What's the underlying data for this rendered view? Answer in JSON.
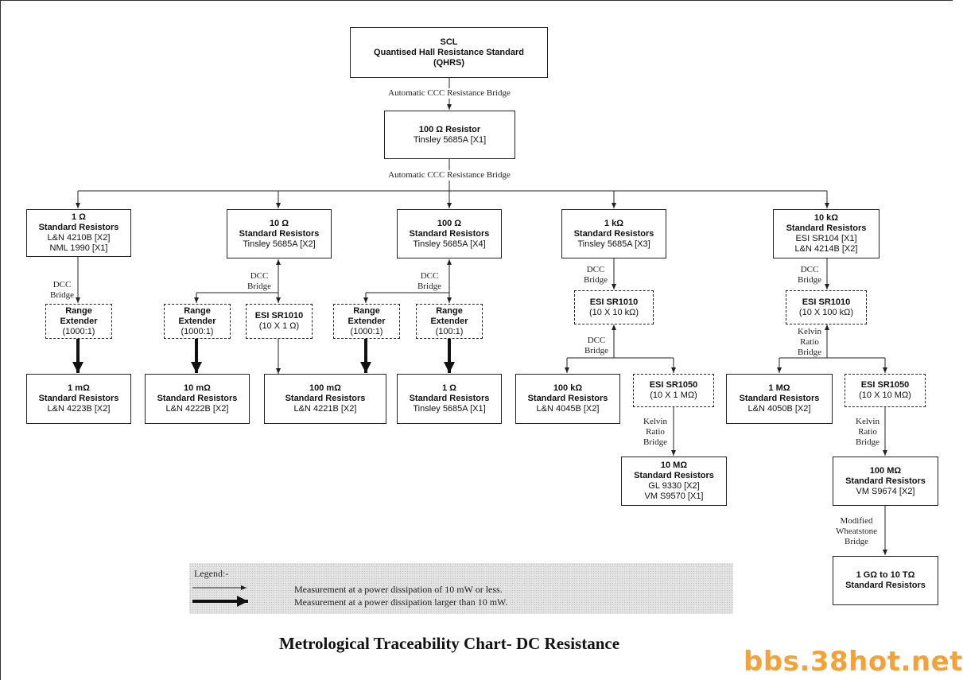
{
  "nodes": {
    "scl": {
      "title": "SCL",
      "lines": [
        "Quantised Hall Resistance Standard",
        "(QHRS)"
      ]
    },
    "r100": {
      "title": "100 Ω Resistor",
      "lines": [
        "Tinsley 5685A [X1]"
      ]
    },
    "r1ohm": {
      "title": "1 Ω",
      "lines": [
        "Standard Resistors",
        "L&N 4210B [X2]",
        "NML 1990 [X1]"
      ]
    },
    "r10ohm": {
      "title": "10 Ω",
      "lines": [
        "Standard Resistors",
        "Tinsley 5685A [X2]"
      ]
    },
    "r100ohm": {
      "title": "100 Ω",
      "lines": [
        "Standard Resistors",
        "Tinsley 5685A [X4]"
      ]
    },
    "r1k": {
      "title": "1 kΩ",
      "lines": [
        "Standard Resistors",
        "Tinsley 5685A [X3]"
      ]
    },
    "r10k": {
      "title": "10 kΩ",
      "lines": [
        "Standard Resistors",
        "ESI SR104 [X1]",
        "L&N 4214B [X2]"
      ]
    },
    "re1": {
      "title": "Range",
      "lines": [
        "Extender",
        "(1000:1)"
      ]
    },
    "re2": {
      "title": "Range",
      "lines": [
        "Extender",
        "(1000:1)"
      ]
    },
    "esi1": {
      "title": "ESI SR1010",
      "lines": [
        "(10 X 1 Ω)"
      ]
    },
    "re3": {
      "title": "Range",
      "lines": [
        "Extender",
        "(1000:1)"
      ]
    },
    "re4": {
      "title": "Range",
      "lines": [
        "Extender",
        "(100:1)"
      ]
    },
    "esi2": {
      "title": "ESI SR1010",
      "lines": [
        "(10 X 10 kΩ)"
      ]
    },
    "esi3": {
      "title": "ESI SR1010",
      "lines": [
        "(10 X 100 kΩ)"
      ]
    },
    "r1m": {
      "title": "1 mΩ",
      "lines": [
        "Standard Resistors",
        "L&N 4223B [X2]"
      ]
    },
    "r10m": {
      "title": "10 mΩ",
      "lines": [
        "Standard Resistors",
        "L&N 4222B [X2]"
      ]
    },
    "r100m": {
      "title": "100 mΩ",
      "lines": [
        "Standard Resistors",
        "L&N 4221B [X2]"
      ]
    },
    "r1b": {
      "title": "1 Ω",
      "lines": [
        "Standard Resistors",
        "Tinsley 5685A [X1]"
      ]
    },
    "r100k": {
      "title": "100 kΩ",
      "lines": [
        "Standard Resistors",
        "L&N 4045B [X2]"
      ]
    },
    "esi4": {
      "title": "ESI SR1050",
      "lines": [
        "(10 X 1 MΩ)"
      ]
    },
    "r1meg": {
      "title": "1 MΩ",
      "lines": [
        "Standard Resistors",
        "L&N 4050B [X2]"
      ]
    },
    "esi5": {
      "title": "ESI SR1050",
      "lines": [
        "(10 X 10 MΩ)"
      ]
    },
    "r10meg": {
      "title": "10 MΩ",
      "lines": [
        "Standard Resistors",
        "GL 9330 [X2]",
        "VM S9570 [X1]"
      ]
    },
    "r100meg": {
      "title": "100 MΩ",
      "lines": [
        "Standard Resistors",
        "VM S9674 [X2]"
      ]
    },
    "rg": {
      "title": "1 GΩ to 10 TΩ",
      "lines": [
        "Standard Resistors"
      ]
    }
  },
  "labels": {
    "ccc1": "Automatic CCC Resistance Bridge",
    "ccc2": "Automatic CCC Resistance Bridge",
    "dcc1": [
      "DCC",
      "Bridge"
    ],
    "dcc2": [
      "DCC",
      "Bridge"
    ],
    "dcc3": [
      "DCC",
      "Bridge"
    ],
    "dcc4": [
      "DCC",
      "Bridge"
    ],
    "dcc5": [
      "DCC",
      "Bridge"
    ],
    "dcc6": [
      "DCC",
      "Bridge"
    ],
    "kelvin1": [
      "Kelvin",
      "Ratio",
      "Bridge"
    ],
    "kelvin2": [
      "Kelvin",
      "Ratio",
      "Bridge"
    ],
    "kelvin3": [
      "Kelvin",
      "Ratio",
      "Bridge"
    ],
    "wheatstone": [
      "Modified",
      "Wheatstone",
      "Bridge"
    ]
  },
  "legend": {
    "title": "Legend:-",
    "low_power": "Measurement at a power dissipation of 10 mW or less.",
    "high_power": "Measurement at a power dissipation larger than 10 mW."
  },
  "chart_title": "Metrological Traceability Chart- DC Resistance",
  "watermark": "bbs.38hot.net",
  "colors": {
    "line": "#222222",
    "legend_bg": "#e4e4e4",
    "watermark": "#f3a23a"
  }
}
